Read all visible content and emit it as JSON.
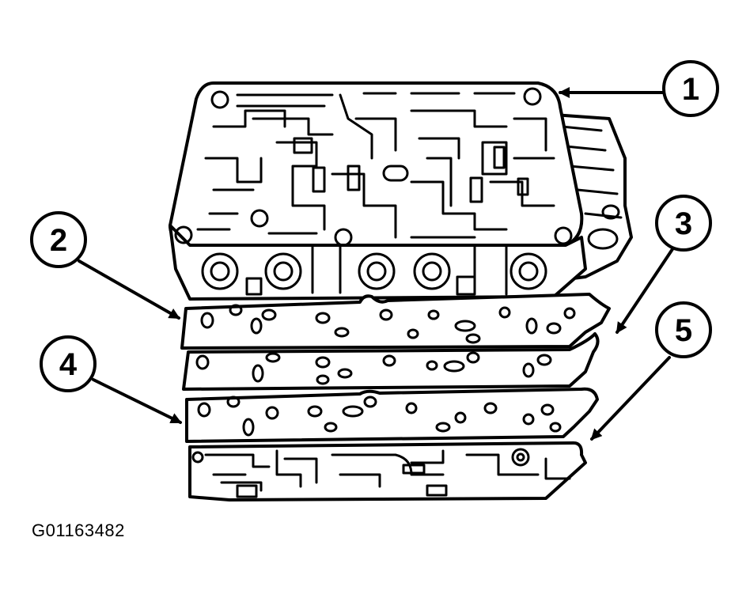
{
  "diagram": {
    "callouts": [
      {
        "id": "1",
        "label": "1"
      },
      {
        "id": "2",
        "label": "2"
      },
      {
        "id": "3",
        "label": "3"
      },
      {
        "id": "4",
        "label": "4"
      },
      {
        "id": "5",
        "label": "5"
      }
    ],
    "figure_id": "G01163482"
  }
}
